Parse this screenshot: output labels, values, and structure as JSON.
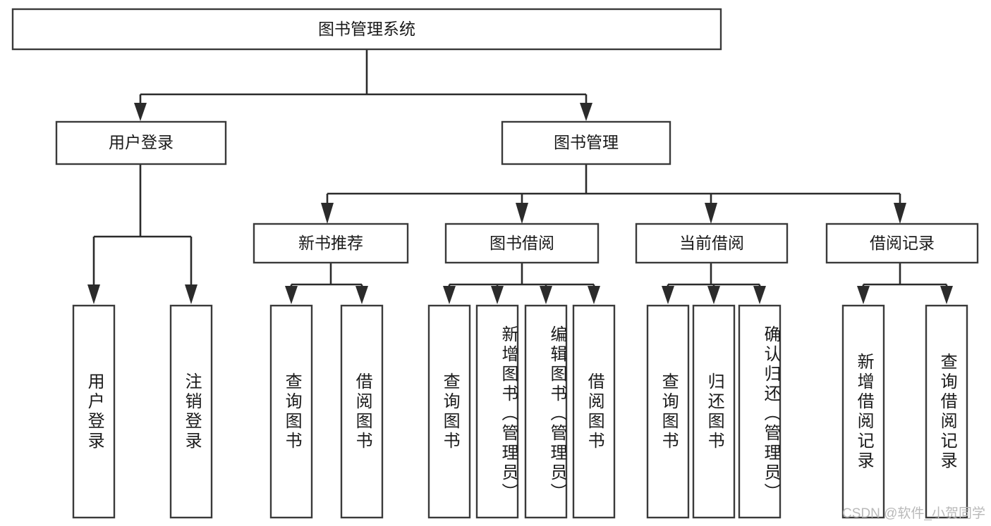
{
  "diagram": {
    "type": "tree-hierarchy-flowchart",
    "root": {
      "id": "root",
      "label": "图书管理系统"
    },
    "level2": [
      {
        "id": "user-login",
        "label": "用户登录"
      },
      {
        "id": "book-management",
        "label": "图书管理"
      }
    ],
    "level3": [
      {
        "id": "new-book-recommend",
        "label": "新书推荐",
        "parent": "book-management"
      },
      {
        "id": "book-borrow",
        "label": "图书借阅",
        "parent": "book-management"
      },
      {
        "id": "current-borrow",
        "label": "当前借阅",
        "parent": "book-management"
      },
      {
        "id": "borrow-record",
        "label": "借阅记录",
        "parent": "book-management"
      }
    ],
    "leaves": {
      "user-login": [
        {
          "id": "leaf-user-login",
          "label": "用户登录"
        },
        {
          "id": "leaf-user-logout",
          "label": "注销登录"
        }
      ],
      "new-book-recommend": [
        {
          "id": "leaf-query-book-1",
          "label": "查询图书"
        },
        {
          "id": "leaf-borrow-book-1",
          "label": "借阅图书"
        }
      ],
      "book-borrow": [
        {
          "id": "leaf-query-book-2",
          "label": "查询图书"
        },
        {
          "id": "leaf-add-book",
          "label": "新增图书（管理员）"
        },
        {
          "id": "leaf-edit-book",
          "label": "编辑图书（管理员）"
        },
        {
          "id": "leaf-borrow-book-2",
          "label": "借阅图书"
        }
      ],
      "current-borrow": [
        {
          "id": "leaf-query-book-3",
          "label": "查询图书"
        },
        {
          "id": "leaf-return-book",
          "label": "归还图书"
        },
        {
          "id": "leaf-confirm-return",
          "label": "确认归还（管理员）"
        }
      ],
      "borrow-record": [
        {
          "id": "leaf-add-record",
          "label": "新增借阅记录"
        },
        {
          "id": "leaf-query-record",
          "label": "查询借阅记录"
        }
      ]
    },
    "colors": {
      "background": "#ffffff",
      "box_fill": "#ffffff",
      "box_stroke": "#3a3a3a",
      "edge": "#2b2b2b",
      "text": "#1a1a1a",
      "watermark": "#b9b9b9"
    }
  },
  "watermark": {
    "text": "CSDN @软件_小贺同学"
  }
}
